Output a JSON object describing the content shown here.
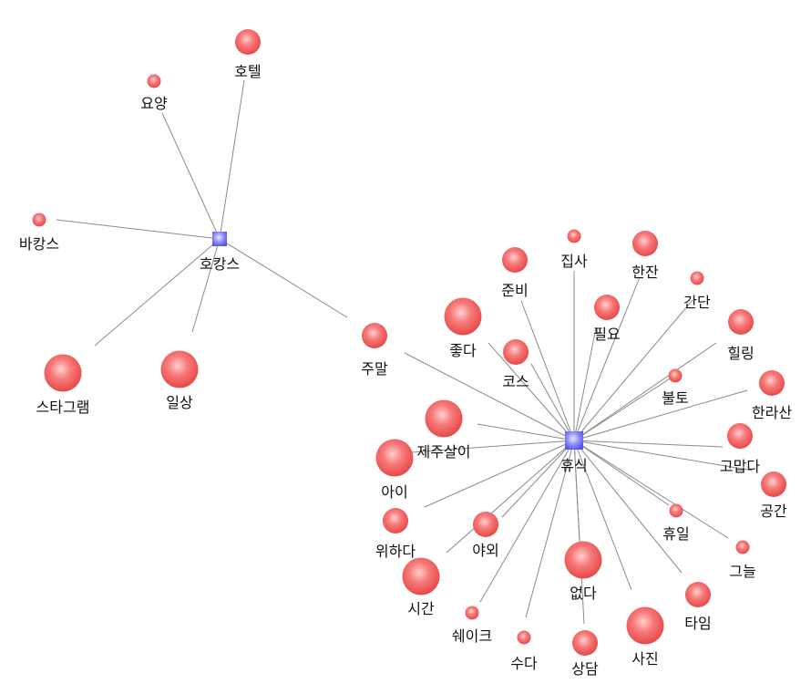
{
  "colors": {
    "hub": "#6f6ff5",
    "word": "#f25a5a",
    "edge": "#8a8a8a",
    "label": "#111111"
  },
  "hubs": [
    {
      "id": "hokangseu",
      "label": "호캉스"
    },
    {
      "id": "hyusik",
      "label": "휴식"
    }
  ],
  "words": [
    {
      "label": "호텔",
      "size": "medium"
    },
    {
      "label": "요양",
      "size": "small"
    },
    {
      "label": "바캉스",
      "size": "small"
    },
    {
      "label": "스타그램",
      "size": "large"
    },
    {
      "label": "일상",
      "size": "large"
    },
    {
      "label": "주말",
      "size": "medium"
    },
    {
      "label": "준비",
      "size": "medium"
    },
    {
      "label": "집사",
      "size": "small"
    },
    {
      "label": "한잔",
      "size": "medium"
    },
    {
      "label": "간단",
      "size": "small"
    },
    {
      "label": "필요",
      "size": "medium"
    },
    {
      "label": "좋다",
      "size": "large"
    },
    {
      "label": "힐링",
      "size": "medium"
    },
    {
      "label": "코스",
      "size": "medium"
    },
    {
      "label": "불토",
      "size": "small"
    },
    {
      "label": "한라산",
      "size": "medium"
    },
    {
      "label": "제주살이",
      "size": "large"
    },
    {
      "label": "고맙다",
      "size": "medium"
    },
    {
      "label": "아이",
      "size": "large"
    },
    {
      "label": "공간",
      "size": "medium"
    },
    {
      "label": "휴일",
      "size": "small"
    },
    {
      "label": "위하다",
      "size": "medium"
    },
    {
      "label": "야외",
      "size": "medium"
    },
    {
      "label": "그늘",
      "size": "small"
    },
    {
      "label": "시간",
      "size": "large"
    },
    {
      "label": "없다",
      "size": "large"
    },
    {
      "label": "타임",
      "size": "medium"
    },
    {
      "label": "쉐이크",
      "size": "small"
    },
    {
      "label": "사진",
      "size": "large"
    },
    {
      "label": "수다",
      "size": "small"
    },
    {
      "label": "상담",
      "size": "medium"
    }
  ],
  "edges": [
    [
      "호캉스",
      "호텔"
    ],
    [
      "호캉스",
      "요양"
    ],
    [
      "호캉스",
      "바캉스"
    ],
    [
      "호캉스",
      "스타그램"
    ],
    [
      "호캉스",
      "일상"
    ],
    [
      "호캉스",
      "주말"
    ],
    [
      "휴식",
      "주말"
    ],
    [
      "휴식",
      "준비"
    ],
    [
      "휴식",
      "집사"
    ],
    [
      "휴식",
      "한잔"
    ],
    [
      "휴식",
      "간단"
    ],
    [
      "휴식",
      "필요"
    ],
    [
      "휴식",
      "좋다"
    ],
    [
      "휴식",
      "힐링"
    ],
    [
      "휴식",
      "코스"
    ],
    [
      "휴식",
      "불토"
    ],
    [
      "휴식",
      "한라산"
    ],
    [
      "휴식",
      "제주살이"
    ],
    [
      "휴식",
      "고맙다"
    ],
    [
      "휴식",
      "아이"
    ],
    [
      "휴식",
      "공간"
    ],
    [
      "휴식",
      "휴일"
    ],
    [
      "휴식",
      "위하다"
    ],
    [
      "휴식",
      "야외"
    ],
    [
      "휴식",
      "그늘"
    ],
    [
      "휴식",
      "시간"
    ],
    [
      "휴식",
      "없다"
    ],
    [
      "휴식",
      "타임"
    ],
    [
      "휴식",
      "쉐이크"
    ],
    [
      "휴식",
      "사진"
    ],
    [
      "휴식",
      "수다"
    ],
    [
      "휴식",
      "상담"
    ]
  ]
}
